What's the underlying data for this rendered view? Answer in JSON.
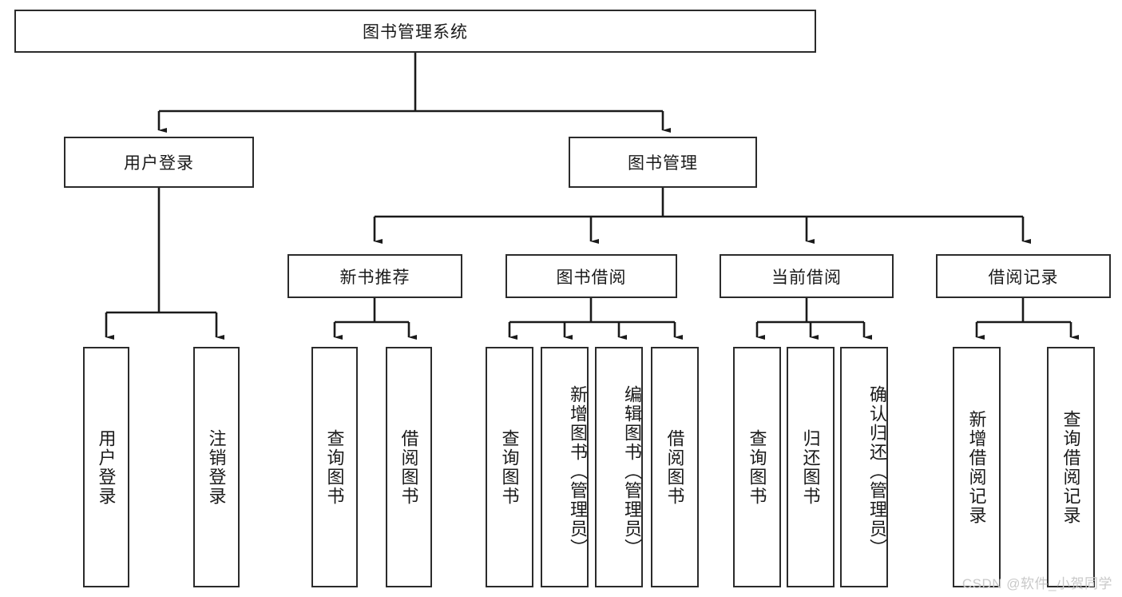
{
  "diagram": {
    "type": "tree-hierarchy",
    "title": "图书管理系统",
    "watermark": "CSDN @软件_小贺同学",
    "colors": {
      "background": "#ffffff",
      "border": "#2b2b2b",
      "text": "#1a1a1a",
      "link": "#1a1a1a",
      "watermark": "#c9c9c9"
    },
    "root": {
      "label": "图书管理系统"
    },
    "level2": [
      {
        "label": "用户登录"
      },
      {
        "label": "图书管理"
      }
    ],
    "level3": [
      {
        "label": "新书推荐",
        "parent": "图书管理"
      },
      {
        "label": "图书借阅",
        "parent": "图书管理"
      },
      {
        "label": "当前借阅",
        "parent": "图书管理"
      },
      {
        "label": "借阅记录",
        "parent": "图书管理"
      }
    ],
    "leaves": [
      {
        "label": "用户登录",
        "parent": "用户登录"
      },
      {
        "label": "注销登录",
        "parent": "用户登录"
      },
      {
        "label": "查询图书",
        "parent": "新书推荐"
      },
      {
        "label": "借阅图书",
        "parent": "新书推荐"
      },
      {
        "label": "查询图书",
        "parent": "图书借阅"
      },
      {
        "label": "新增图书（管理员）",
        "parent": "图书借阅"
      },
      {
        "label": "编辑图书（管理员）",
        "parent": "图书借阅"
      },
      {
        "label": "借阅图书",
        "parent": "图书借阅"
      },
      {
        "label": "查询图书",
        "parent": "当前借阅"
      },
      {
        "label": "归还图书",
        "parent": "当前借阅"
      },
      {
        "label": "确认归还（管理员）",
        "parent": "当前借阅"
      },
      {
        "label": "新增借阅记录",
        "parent": "借阅记录"
      },
      {
        "label": "查询借阅记录",
        "parent": "借阅记录"
      }
    ]
  }
}
